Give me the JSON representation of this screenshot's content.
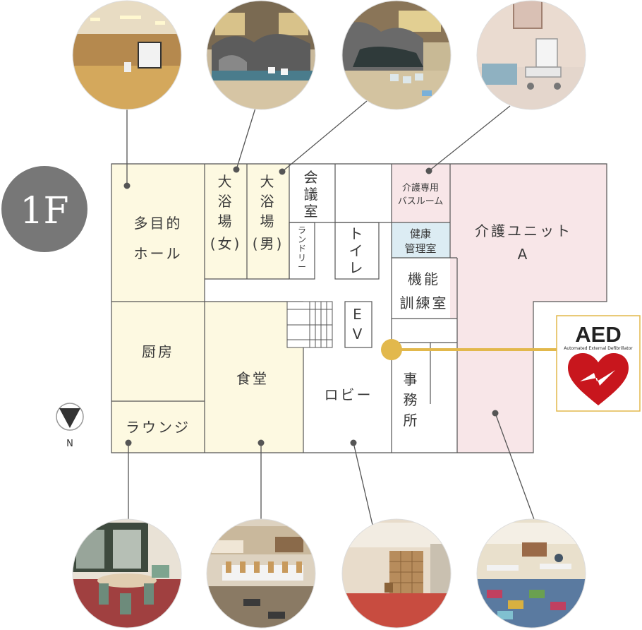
{
  "floor": {
    "label": "1F"
  },
  "compass": {
    "label": "N"
  },
  "colors": {
    "yellow": "#fdf9e1",
    "pink": "#f8e6e8",
    "blue": "#dcecf3",
    "wall": "#555555",
    "accent": "#e2b84c",
    "badge": "#777777",
    "aed_red": "#c8161d"
  },
  "rooms": {
    "hall": [
      "多目的",
      "ホール"
    ],
    "bath_f": [
      "大",
      "浴",
      "場",
      "(女)"
    ],
    "bath_m": [
      "大",
      "浴",
      "場",
      "(男)"
    ],
    "meeting": [
      "会",
      "議",
      "室"
    ],
    "laundry": [
      "ラ",
      "ン",
      "ド",
      "リ",
      "ー"
    ],
    "toilet": [
      "ト",
      "イ",
      "レ"
    ],
    "care_bath": [
      "介護専用",
      "バスルーム"
    ],
    "health": [
      "健康",
      "管理室"
    ],
    "training": [
      "機能",
      "訓練室"
    ],
    "unit": [
      "介護ユニット",
      "A"
    ],
    "kitchen": "厨房",
    "lounge": "ラウンジ",
    "dining": "食堂",
    "lobby": "ロビー",
    "ev": [
      "E",
      "V"
    ],
    "office": [
      "事",
      "務",
      "所"
    ]
  },
  "aed": {
    "title": "AED",
    "subtitle": "Automated External Defibrillator"
  },
  "photos": {
    "hall": "multipurpose-hall-photo",
    "bath_f": "womens-bath-photo",
    "bath_m": "mens-bath-photo",
    "care_bath": "care-bathroom-photo",
    "lounge": "lounge-photo",
    "dining": "dining-room-photo",
    "lobby": "lobby-photo",
    "unit": "care-unit-photo"
  }
}
